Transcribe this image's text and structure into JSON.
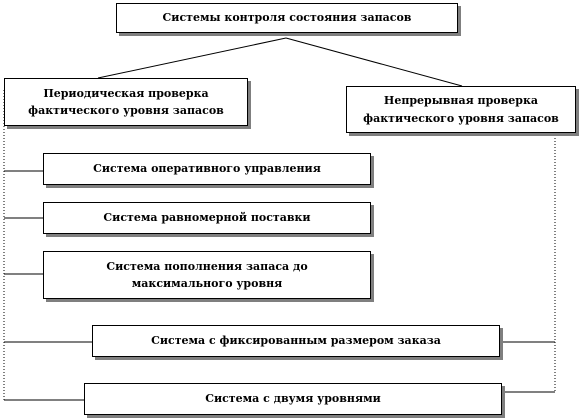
{
  "title": "Системы контроля состояния запасов",
  "left_branch": [
    "Периодическая проверка",
    "фактического  уровня запасов"
  ],
  "right_branch": [
    "Непрерывная проверка",
    "фактического  уровня запасов"
  ],
  "systems": {
    "operational": "Система оперативного управления",
    "uniform_supply": "Система равномерной поставки",
    "max_level": [
      "Система пополнения запаса до",
      "максимального уровня"
    ],
    "fixed_order": "Система с фиксированным размером заказа",
    "two_levels": "Система с двумя уровнями"
  }
}
